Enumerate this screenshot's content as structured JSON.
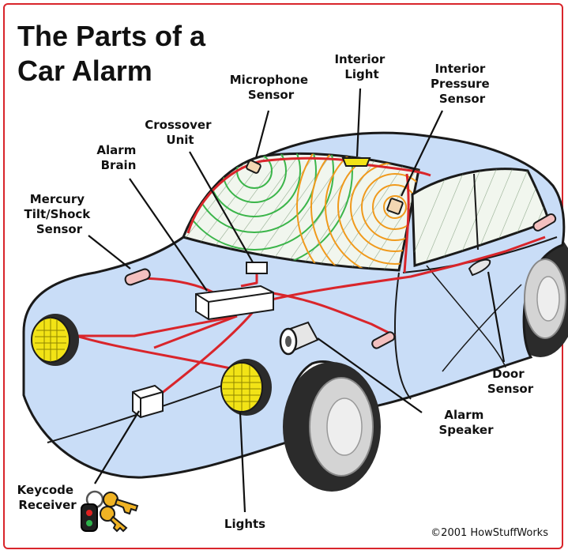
{
  "title": {
    "line1": "The Parts of a",
    "line2": "Car Alarm"
  },
  "labels": {
    "microphone": [
      "Microphone",
      "Sensor"
    ],
    "interior_light": [
      "Interior",
      "Light"
    ],
    "interior_pressure": [
      "Interior",
      "Pressure",
      "Sensor"
    ],
    "crossover": [
      "Crossover",
      "Unit"
    ],
    "alarm_brain": [
      "Alarm",
      "Brain"
    ],
    "mercury": [
      "Mercury",
      "Tilt/Shock",
      "Sensor"
    ],
    "door_sensor": [
      "Door",
      "Sensor"
    ],
    "alarm_speaker": [
      "Alarm",
      "Speaker"
    ],
    "keycode": [
      "Keycode",
      "Receiver"
    ],
    "lights": [
      "Lights"
    ]
  },
  "credit": "©2001 HowStuffWorks",
  "colors": {
    "car_body": "#c9ddf7",
    "outline": "#1a1a1a",
    "wiring": "#d9252b",
    "headlight": "#f2e316",
    "mic_waves": "#3bb54a",
    "pressure_waves": "#f09a1c",
    "frame": "#d9252b"
  }
}
